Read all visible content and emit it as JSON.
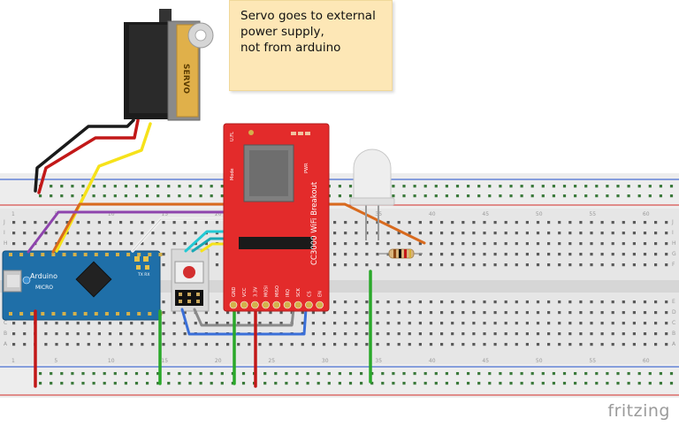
{
  "note": {
    "lines": [
      "Servo goes to external",
      "power supply,",
      "not from arduino"
    ]
  },
  "servo": {
    "label": "SERVO"
  },
  "arduino": {
    "brand": "Arduino",
    "model": "MICRO",
    "tx_label": "TX RX"
  },
  "wifi": {
    "title": "CC3000 WiFi Breakout",
    "pwr_label": "PWR",
    "mode_label": "Mode",
    "ufl_label": "U.FL",
    "pins": [
      "GND",
      "VCC",
      "3.3V",
      "MOSI",
      "MISO",
      "IRQ",
      "SCK",
      "CS",
      "EN"
    ]
  },
  "breadboard": {
    "row_letters_top": [
      "J",
      "I",
      "H",
      "G",
      "F"
    ],
    "row_letters_bottom": [
      "E",
      "D",
      "C",
      "B",
      "A"
    ],
    "column_numbers": [
      "1",
      "5",
      "10",
      "15",
      "20",
      "25",
      "30",
      "35",
      "40",
      "45",
      "50",
      "55",
      "60"
    ]
  },
  "watermark": "fritzing",
  "colors": {
    "breadboard": "#e8e8e8",
    "rail_red": "#d9534f",
    "rail_blue": "#4a6fd1",
    "arduino_blue": "#1f6fa8",
    "wifi_red": "#e32b2b",
    "note_bg": "#fde7b6",
    "wire_black": "#1a1a1a",
    "wire_red": "#c21818",
    "wire_yellow": "#f6e21a",
    "wire_orange": "#d86a1e",
    "wire_purple": "#8e44ad",
    "wire_white": "#f4f4f4",
    "wire_cyan": "#22c9d4",
    "wire_blue": "#3a6fd8",
    "wire_green": "#2aa82a",
    "wire_grey": "#8a8a8a"
  }
}
